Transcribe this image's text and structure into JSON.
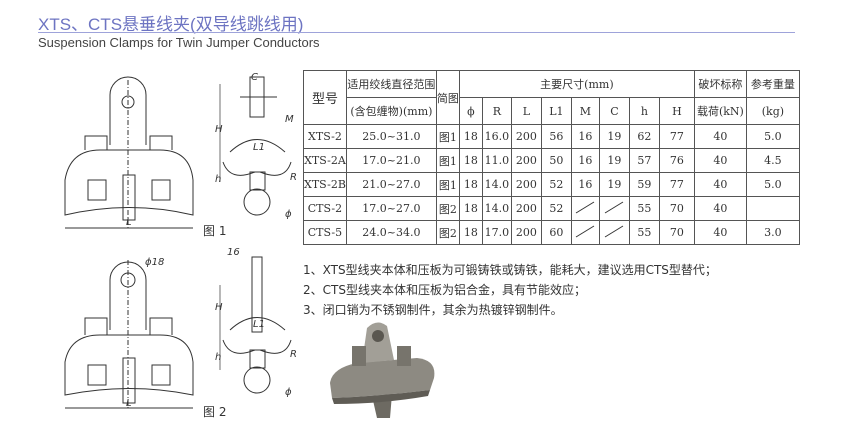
{
  "header": {
    "title": "XTS、CTS悬垂线夹(双导线跳线用)",
    "subtitle": "Suspension Clamps for Twin Jumper Conductors"
  },
  "table": {
    "col_model": "型号",
    "col_range_1": "适用绞线直径范围",
    "col_range_2": "(含包缠物)(mm)",
    "col_fig": "简图",
    "col_dims": "主要尺寸(mm)",
    "dims": [
      "ϕ",
      "R",
      "L",
      "L1",
      "M",
      "C",
      "h",
      "H"
    ],
    "col_load_1": "破坏标称",
    "col_load_2": "载荷(kN)",
    "col_weight_1": "参考重量",
    "col_weight_2": "(kg)",
    "rows": [
      [
        "XTS-2",
        "25.0~31.0",
        "图1",
        "18",
        "16.0",
        "200",
        "56",
        "16",
        "19",
        "62",
        "77",
        "40",
        "5.0"
      ],
      [
        "XTS-2A",
        "17.0~21.0",
        "图1",
        "18",
        "11.0",
        "200",
        "50",
        "16",
        "19",
        "57",
        "76",
        "40",
        "4.5"
      ],
      [
        "XTS-2B",
        "21.0~27.0",
        "图1",
        "18",
        "14.0",
        "200",
        "52",
        "16",
        "19",
        "59",
        "77",
        "40",
        "5.0"
      ],
      [
        "CTS-2",
        "17.0~27.0",
        "图2",
        "18",
        "14.0",
        "200",
        "52",
        "/",
        "/",
        "55",
        "70",
        "40",
        ""
      ],
      [
        "CTS-5",
        "24.0~34.0",
        "图2",
        "18",
        "17.0",
        "200",
        "60",
        "/",
        "/",
        "55",
        "70",
        "40",
        "3.0"
      ]
    ]
  },
  "notes": [
    "1、XTS型线夹本体和压板为可锻铸铁或铸铁，能耗大，建议选用CTS型替代；",
    "2、CTS型线夹本体和压板为铝合金，具有节能效应；",
    "3、闭口销为不锈钢制件，其余为热镀锌钢制件。"
  ],
  "figures": {
    "fig1": "图 1",
    "fig2": "图 2",
    "dim_labels": {
      "C": "C",
      "M": "M",
      "H": "H",
      "h": "h",
      "L1": "L1",
      "R": "R",
      "phi": "ϕ",
      "L": "L",
      "phi18": "ϕ18",
      "w16": "16"
    }
  }
}
